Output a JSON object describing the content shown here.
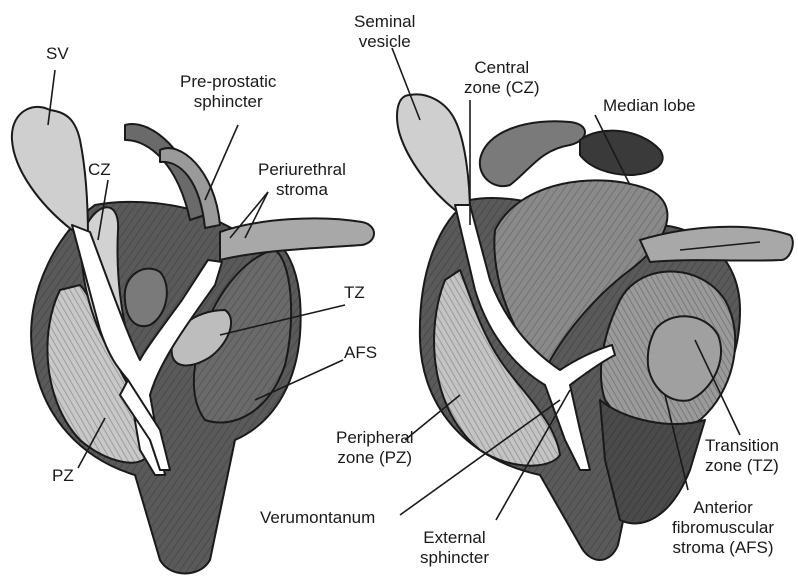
{
  "left_diagram": {
    "labels": {
      "sv": "SV",
      "pre_prostatic": "Pre-prostatic\nsphincter",
      "cz": "CZ",
      "periurethral": "Periurethral\nstroma",
      "tz": "TZ",
      "afs": "AFS",
      "pz": "PZ"
    }
  },
  "right_diagram": {
    "labels": {
      "seminal_vesicle": "Seminal\nvesicle",
      "central_zone": "Central\nzone (CZ)",
      "median_lobe": "Median lobe",
      "peripheral_zone": "Peripheral\nzone (PZ)",
      "transition_zone": "Transition\nzone (TZ)",
      "external_sphincter": "External\nsphincter",
      "anterior_stroma": "Anterior\nfibromuscular\nstroma (AFS)"
    }
  },
  "shared_labels": {
    "verumontanum": "Verumontanum"
  },
  "colors": {
    "ink": "#1a1a1a",
    "light_tissue": "#d2d2d2",
    "mid_tissue": "#9a9a9a",
    "dark_tissue": "#5a5a5a",
    "darkest_tissue": "#3a3a3a",
    "urethra": "#ffffff"
  }
}
